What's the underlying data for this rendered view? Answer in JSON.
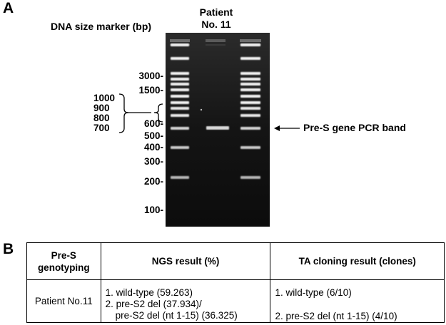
{
  "panel_a": {
    "letter": "A",
    "marker_title": "DNA size marker (bp)",
    "patient_title_line1": "Patient",
    "patient_title_line2": "No. 11",
    "size_labels": [
      "3000-",
      "1500-",
      "600-",
      "500-",
      "400-",
      "300-",
      "200-",
      "100-"
    ],
    "bracket_labels": [
      "1000",
      "900",
      "800",
      "700"
    ],
    "pcr_label": "Pre-S gene PCR band"
  },
  "panel_b": {
    "letter": "B",
    "headers": {
      "col1": "Pre-S genotyping",
      "col2": "NGS result (%)",
      "col3": "TA cloning result (clones)"
    },
    "row": {
      "sample": "Patient No.11",
      "ngs": [
        "1. wild-type (59.263)",
        "2. pre-S2 del (37.934)/",
        "pre-S2 del (nt 1-15) (36.325)"
      ],
      "ta": [
        "1. wild-type (6/10)",
        "2. pre-S2 del (nt 1-15) (4/10)"
      ]
    }
  }
}
